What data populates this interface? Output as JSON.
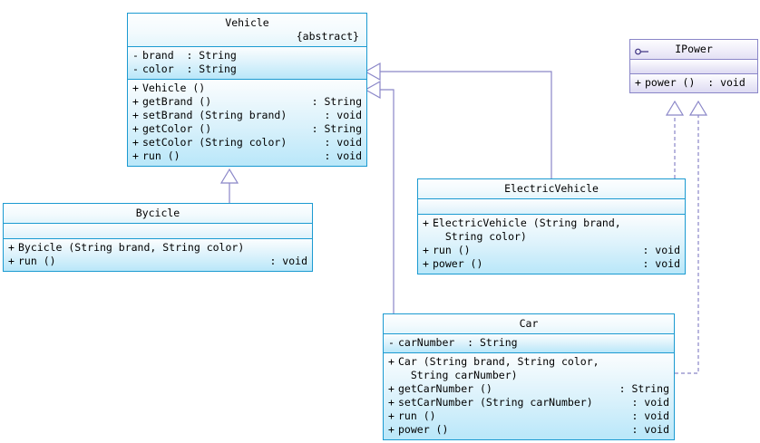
{
  "diagram": {
    "type": "uml-class-diagram",
    "background": "#ffffff",
    "colors": {
      "class_border": "#1b9ad1",
      "class_fill_light": "#fbfdfe",
      "class_fill_dark": "#b9e7f9",
      "interface_border": "#8a86c8",
      "interface_fill": "#e3e0f4",
      "connector": "#8a86c8"
    }
  },
  "classes": {
    "vehicle": {
      "name": "Vehicle",
      "stereotype": "{abstract}",
      "attributes": [
        {
          "vis": "-",
          "sig": "brand  : String",
          "ret": ""
        },
        {
          "vis": "-",
          "sig": "color  : String",
          "ret": ""
        }
      ],
      "operations": [
        {
          "vis": "+",
          "sig": "Vehicle ()",
          "ret": ""
        },
        {
          "vis": "+",
          "sig": "getBrand ()",
          "ret": ": String"
        },
        {
          "vis": "+",
          "sig": "setBrand (String brand)",
          "ret": ": void"
        },
        {
          "vis": "+",
          "sig": "getColor ()",
          "ret": ": String"
        },
        {
          "vis": "+",
          "sig": "setColor (String color)",
          "ret": ": void"
        },
        {
          "vis": "+",
          "sig": "run ()",
          "ret": ": void"
        }
      ]
    },
    "bycicle": {
      "name": "Bycicle",
      "stereotype": "",
      "attributes": [],
      "operations": [
        {
          "vis": "+",
          "sig": "Bycicle (String brand, String color)",
          "ret": ""
        },
        {
          "vis": "+",
          "sig": "run ()",
          "ret": ": void"
        }
      ]
    },
    "electricvehicle": {
      "name": "ElectricVehicle",
      "stereotype": "",
      "attributes": [],
      "operations": [
        {
          "vis": "+",
          "sig": "ElectricVehicle (String brand,\n  String color)",
          "ret": ""
        },
        {
          "vis": "+",
          "sig": "run ()",
          "ret": ": void"
        },
        {
          "vis": "+",
          "sig": "power ()",
          "ret": ": void"
        }
      ]
    },
    "car": {
      "name": "Car",
      "stereotype": "",
      "attributes": [
        {
          "vis": "-",
          "sig": "carNumber  : String",
          "ret": ""
        }
      ],
      "operations": [
        {
          "vis": "+",
          "sig": "Car (String brand, String color,\n  String carNumber)",
          "ret": ""
        },
        {
          "vis": "+",
          "sig": "getCarNumber ()",
          "ret": ": String"
        },
        {
          "vis": "+",
          "sig": "setCarNumber (String carNumber)",
          "ret": ": void"
        },
        {
          "vis": "+",
          "sig": "run ()",
          "ret": ": void"
        },
        {
          "vis": "+",
          "sig": "power ()",
          "ret": ": void"
        }
      ]
    },
    "ipower": {
      "name": "IPower",
      "stereotype": "",
      "attributes": [],
      "operations": [
        {
          "vis": "+",
          "sig": "power ()  : void",
          "ret": ""
        }
      ]
    }
  },
  "relationships": [
    {
      "kind": "generalization",
      "from": "Bycicle",
      "to": "Vehicle",
      "style": "solid"
    },
    {
      "kind": "generalization",
      "from": "ElectricVehicle",
      "to": "Vehicle",
      "style": "solid"
    },
    {
      "kind": "generalization",
      "from": "Car",
      "to": "Vehicle",
      "style": "solid"
    },
    {
      "kind": "realization",
      "from": "ElectricVehicle",
      "to": "IPower",
      "style": "dashed"
    },
    {
      "kind": "realization",
      "from": "Car",
      "to": "IPower",
      "style": "dashed"
    }
  ]
}
